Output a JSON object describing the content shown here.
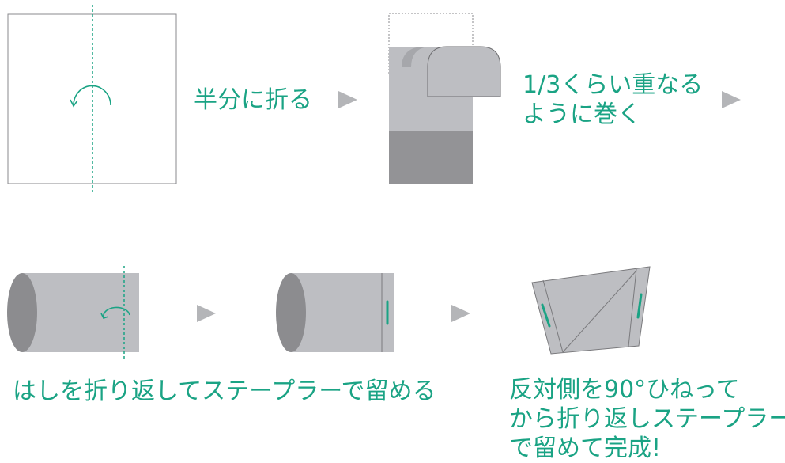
{
  "colors": {
    "accent": "#1aa384",
    "paper_light": "#bdbec2",
    "paper_dark": "#939396",
    "end_dark": "#8c8c8f",
    "arrow": "#b4b5b8",
    "outline": "#8a8a8d"
  },
  "steps": {
    "step1": {
      "text": "半分に折る"
    },
    "step2": {
      "line1": "1/3くらい重なる",
      "line2": "ように巻く"
    },
    "step3": {
      "text": "はしを折り返してステープラーで留める"
    },
    "step4": {
      "line1": "反対側を90°ひねって",
      "line2": "から折り返しステープラー",
      "line3": "で留めて完成!"
    }
  },
  "icons": {
    "next_arrow": "right-triangle-icon",
    "rotate": "curved-arrow-icon"
  }
}
